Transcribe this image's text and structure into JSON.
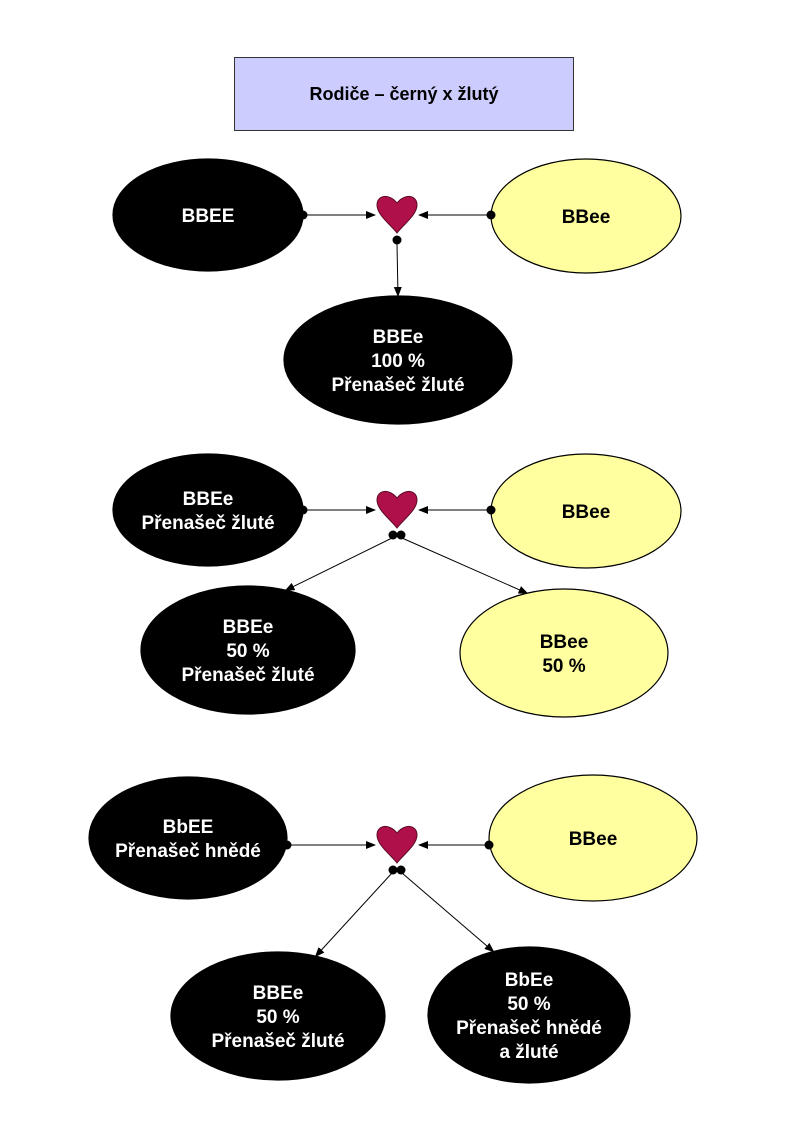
{
  "title": "Rodiče – černý x žlutý",
  "colors": {
    "black_node": "#000000",
    "yellow_node": "#ffffa0",
    "heart": "#b0104a",
    "title_bg": "#ccccff"
  },
  "crosses": [
    {
      "parent_left": {
        "lines": [
          "BBEE"
        ],
        "color": "black"
      },
      "parent_right": {
        "lines": [
          "BBee"
        ],
        "color": "yellow"
      },
      "offspring": [
        {
          "lines": [
            "BBEe",
            "100 %",
            "Přenašeč žluté"
          ],
          "color": "black"
        }
      ]
    },
    {
      "parent_left": {
        "lines": [
          "BBEe",
          "Přenašeč žluté"
        ],
        "color": "black"
      },
      "parent_right": {
        "lines": [
          "BBee"
        ],
        "color": "yellow"
      },
      "offspring": [
        {
          "lines": [
            "BBEe",
            "50 %",
            "Přenašeč žluté"
          ],
          "color": "black"
        },
        {
          "lines": [
            "BBee",
            "50 %"
          ],
          "color": "yellow"
        }
      ]
    },
    {
      "parent_left": {
        "lines": [
          "BbEE",
          "Přenašeč hnědé"
        ],
        "color": "black"
      },
      "parent_right": {
        "lines": [
          "BBee"
        ],
        "color": "yellow"
      },
      "offspring": [
        {
          "lines": [
            "BBEe",
            "50 %",
            "Přenašeč žluté"
          ],
          "color": "black"
        },
        {
          "lines": [
            "BbEe",
            "50 %",
            "Přenašeč hnědé",
            "a žluté"
          ],
          "color": "black"
        }
      ]
    }
  ]
}
